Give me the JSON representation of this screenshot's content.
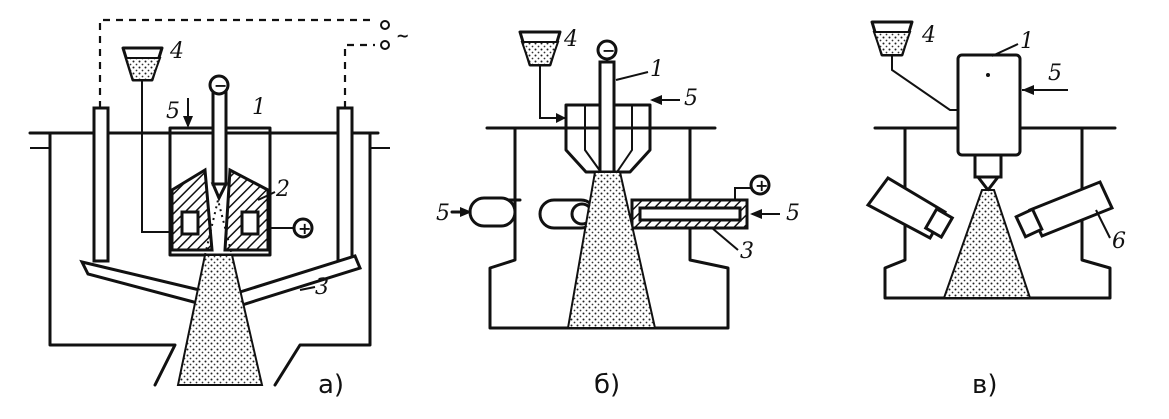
{
  "panels": [
    {
      "caption": "а)",
      "labels": {
        "n1": "1",
        "n2": "2",
        "n3": "3",
        "n4": "4",
        "n5": "5"
      }
    },
    {
      "caption": "б)",
      "labels": {
        "n1": "1",
        "n3": "3",
        "n4": "4",
        "n5a": "5",
        "n5b": "5",
        "n5c": "5"
      }
    },
    {
      "caption": "в)",
      "labels": {
        "n1": "1",
        "n4": "4",
        "n5": "5",
        "n6": "6"
      }
    }
  ],
  "signs": {
    "plus": "+",
    "minus": "−",
    "ac": "~"
  },
  "colors": {
    "ink": "#111111",
    "paper": "#ffffff"
  }
}
